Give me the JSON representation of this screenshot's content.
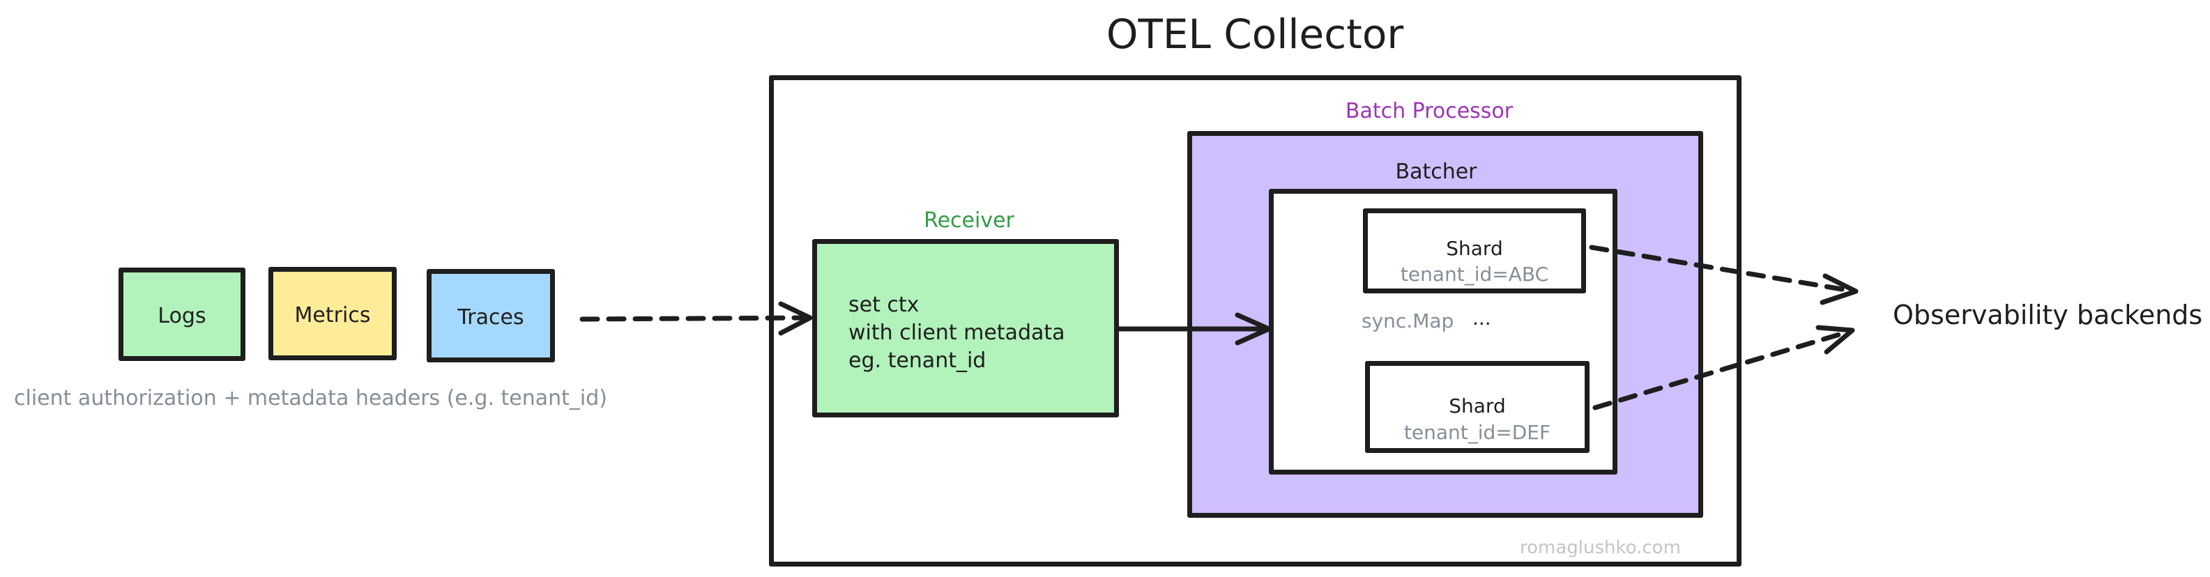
{
  "title": "OTEL Collector",
  "sources": [
    {
      "label": "Logs",
      "color": "#b2f2bb"
    },
    {
      "label": "Metrics",
      "color": "#ffec99"
    },
    {
      "label": "Traces",
      "color": "#a5d8ff"
    }
  ],
  "sources_caption": "client authorization + metadata headers (e.g. tenant_id)",
  "receiver": {
    "label": "Receiver",
    "label_color": "#2f9e44",
    "fill": "#b2f2bb",
    "lines": [
      "set ctx",
      "with client metadata",
      "eg. tenant_id"
    ]
  },
  "batch_processor": {
    "label": "Batch Processor",
    "label_color": "#9c36b5",
    "fill": "#d0bfff"
  },
  "batcher": {
    "label": "Batcher",
    "map_label": "sync.Map",
    "ellipsis": "...",
    "shards": [
      {
        "label": "Shard",
        "tenant": "tenant_id=ABC"
      },
      {
        "label": "Shard",
        "tenant": "tenant_id=DEF"
      }
    ]
  },
  "destination": "Observability backends",
  "watermark": "romaglushko.com"
}
